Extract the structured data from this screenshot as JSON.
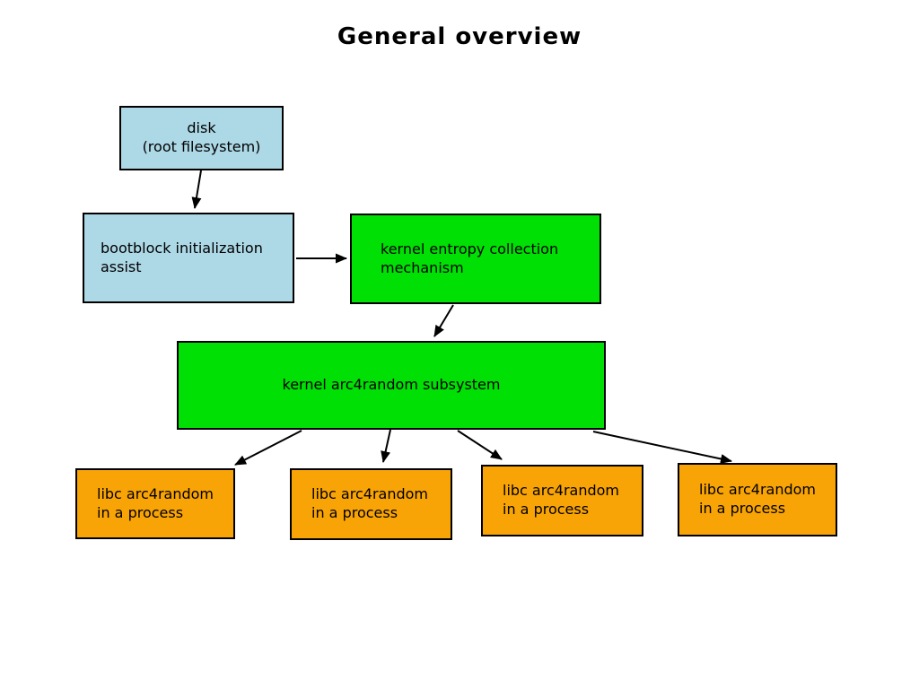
{
  "title": "General overview",
  "colors": {
    "background": "#FFFFFF",
    "node_blue": "#ADD8E6",
    "node_green": "#00E004",
    "node_orange": "#F9A406",
    "node_border": "#000000",
    "arrow": "#000000",
    "text": "#000000"
  },
  "nodes": {
    "disk": {
      "label": "disk\n(root filesystem)",
      "fill": "blue"
    },
    "bootblock": {
      "label": "bootblock initialization\nassist",
      "fill": "blue"
    },
    "entropy": {
      "label": "kernel entropy collection\nmechanism",
      "fill": "green"
    },
    "arc4random": {
      "label": "kernel arc4random subsystem",
      "fill": "green"
    },
    "libc1": {
      "label": "libc arc4random\nin a process",
      "fill": "orange"
    },
    "libc2": {
      "label": "libc arc4random\nin a process",
      "fill": "orange"
    },
    "libc3": {
      "label": "libc arc4random\nin a process",
      "fill": "orange"
    },
    "libc4": {
      "label": "libc arc4random\nin a process",
      "fill": "orange"
    }
  },
  "edges": [
    {
      "from": "disk",
      "to": "bootblock"
    },
    {
      "from": "bootblock",
      "to": "entropy"
    },
    {
      "from": "entropy",
      "to": "arc4random"
    },
    {
      "from": "arc4random",
      "to": "libc1"
    },
    {
      "from": "arc4random",
      "to": "libc2"
    },
    {
      "from": "arc4random",
      "to": "libc3"
    },
    {
      "from": "arc4random",
      "to": "libc4"
    }
  ]
}
